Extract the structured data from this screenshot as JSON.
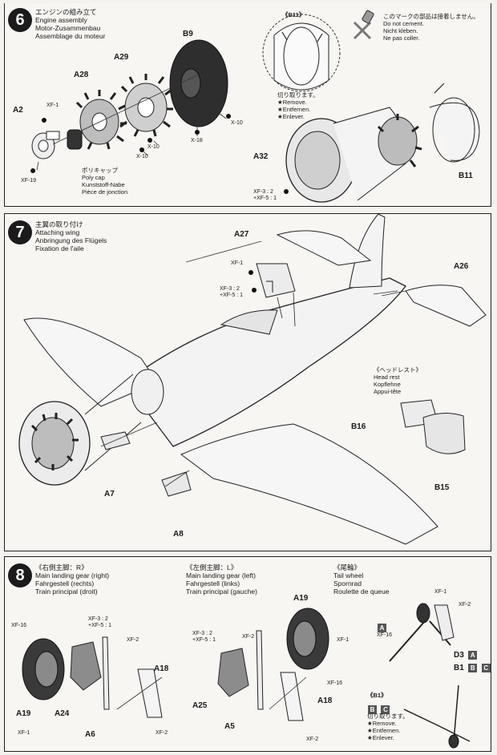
{
  "step6": {
    "number": "6",
    "title": [
      "エンジンの組み立て",
      "Engine assembly",
      "Motor-Zusammenbau",
      "Assemblage du moteur"
    ],
    "labels": {
      "b9": "B9",
      "a29": "A29",
      "a28": "A28",
      "a2": "A2",
      "a32": "A32",
      "b11": "B11"
    },
    "paints": {
      "xf1": "XF-1",
      "x10a": "X-10",
      "x10b": "X-10",
      "x18": "X-18",
      "x10c": "X-10",
      "xf19": "XF-19",
      "mix_a": "XF-3 : 2",
      "mix_b": "+XF-5 : 1"
    },
    "polycap": [
      "ポリキャップ",
      "Poly cap",
      "Kunststoff-Nabe",
      "Pièce de jonction"
    ],
    "inset_title": "《B11》",
    "inset_note": [
      "切り取ります。",
      "★Remove.",
      "★Entfernen.",
      "★Enlever."
    ],
    "cement_note": [
      "このマークの部品は接着しません。",
      "Do not cement.",
      "Nicht kleben.",
      "Ne pas coller."
    ]
  },
  "step7": {
    "number": "7",
    "title": [
      "主翼の取り付け",
      "Attaching wing",
      "Anbringung des Flügels",
      "Fixation de l'aile"
    ],
    "labels": {
      "a27": "A27",
      "a26": "A26",
      "b16": "B16",
      "b15": "B15",
      "a7": "A7",
      "a8": "A8"
    },
    "paints": {
      "xf1": "XF-1",
      "mix_a": "XF-3 : 2",
      "mix_b": "+XF-5 : 1"
    },
    "headrest": [
      "《ヘッドレスト》",
      "Head rest",
      "Kopflehne",
      "Appui-tête"
    ]
  },
  "step8": {
    "number": "8",
    "right_title": [
      "《右側主脚：R》",
      "Main landing gear (right)",
      "Fahrgestell (rechts)",
      "Train principal (droit)"
    ],
    "left_title": [
      "《左側主脚：L》",
      "Main landing gear (left)",
      "Fahrgestell (links)",
      "Train principal (gauche)"
    ],
    "tail_title": [
      "《尾輪》",
      "Tail wheel",
      "Spornrad",
      "Roulette de queue"
    ],
    "labels": {
      "a19r": "A19",
      "a24": "A24",
      "a6": "A6",
      "a18r": "A18",
      "a19l": "A19",
      "a25": "A25",
      "a5": "A5",
      "a18l": "A18",
      "d3": "D3",
      "b1": "B1",
      "box_a": "A",
      "box_b": "B",
      "box_c": "C"
    },
    "paints": {
      "xf16r": "XF-16",
      "xf1r": "XF-1",
      "mix_a_r": "XF-3 : 2",
      "mix_b_r": "+XF-5 : 1",
      "xf2r": "XF-2",
      "xf2r2": "XF-2",
      "xf1l": "XF-1",
      "xf16l": "XF-16",
      "mix_a_l": "XF-3 : 2",
      "mix_b_l": "+XF-5 : 1",
      "xf2l": "XF-2",
      "xf2l2": "XF-2",
      "xf1t": "XF-1",
      "xf2t": "XF-2",
      "xf16t": "XF-16"
    },
    "inset_title": "《B1》",
    "inset_note": [
      "切り取ります。",
      "★Remove.",
      "★Entfernen.",
      "★Enlever."
    ]
  }
}
